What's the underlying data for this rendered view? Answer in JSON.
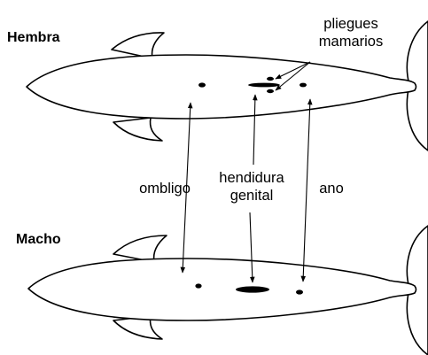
{
  "figure": {
    "female_label": "Hembra",
    "male_label": "Macho",
    "labels": {
      "mammary_folds_line1": "pliegues",
      "mammary_folds_line2": "mamarios",
      "navel": "ombligo",
      "genital_slit_line1": "hendidura",
      "genital_slit_line2": "genital",
      "anus": "ano"
    },
    "colors": {
      "outline": "#000000",
      "background": "#ffffff"
    }
  }
}
